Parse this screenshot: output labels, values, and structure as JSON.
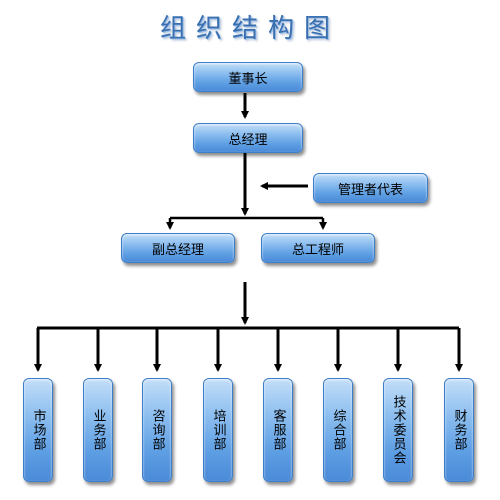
{
  "title": "组织结构图",
  "nodes": {
    "chairman": "董事长",
    "general_manager": "总经理",
    "management_rep": "管理者代表",
    "deputy_gm": "副总经理",
    "chief_engineer": "总工程师"
  },
  "departments": [
    "市场部",
    "业务部",
    "咨询部",
    "培训部",
    "客服部",
    "综合部",
    "技术委员会",
    "财务部"
  ],
  "colors": {
    "box": "#5f9fe3",
    "border": "#3f7ec9",
    "line": "#000000",
    "title": "#3a6fb0"
  }
}
